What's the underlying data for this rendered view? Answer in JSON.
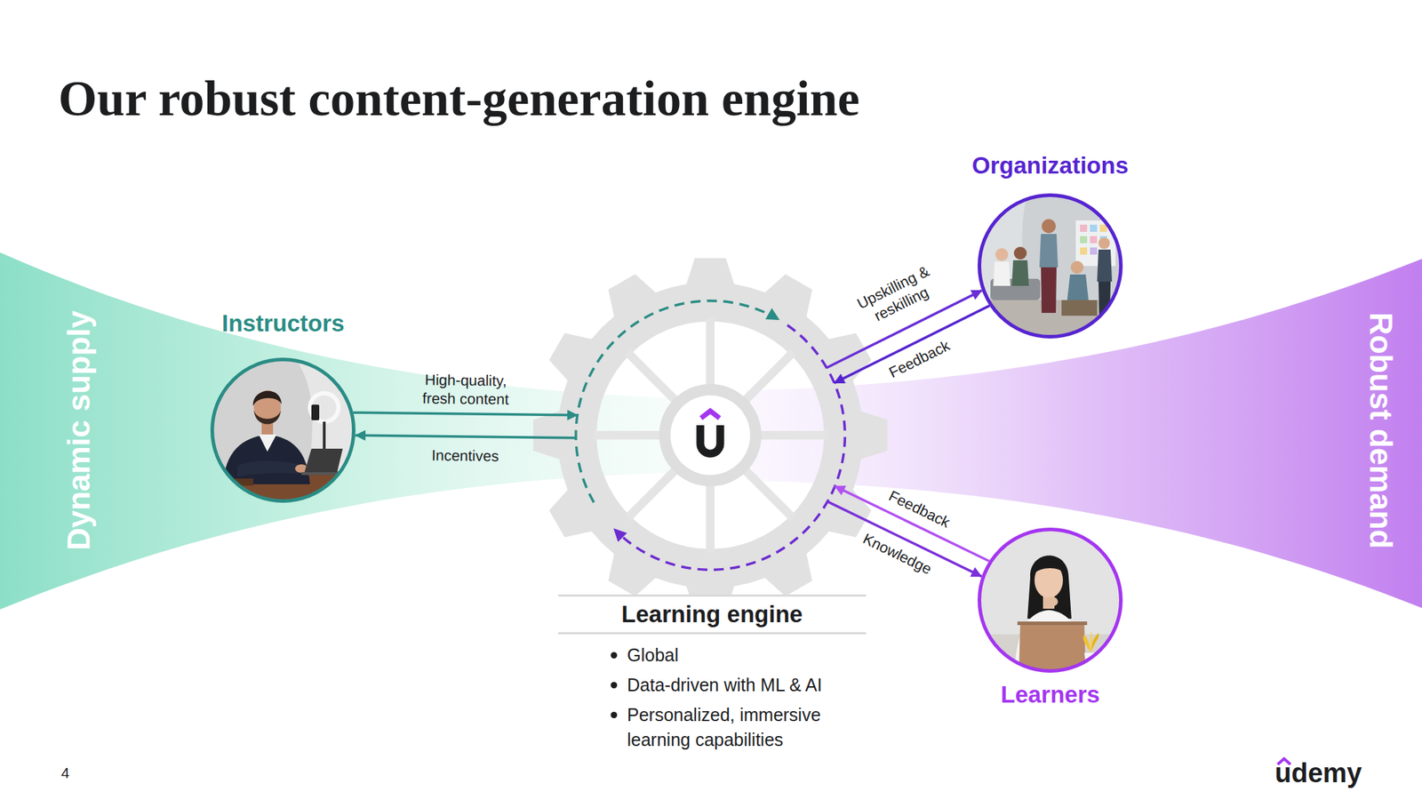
{
  "diagram": {
    "title": "Our robust content-generation engine",
    "nodes": [
      {
        "text": [
          "Dynamic supply"
        ]
      },
      {
        "text": [
          "Instructors"
        ],
        "in": 0
      },
      {
        "text": [
          "Learning engine",
          "Global",
          "Data-driven with ML & AI",
          "Personalized, immersive learning capabilities"
        ]
      },
      {
        "text": [
          "Organizations"
        ]
      },
      {
        "text": [
          "Learners"
        ]
      },
      {
        "text": [
          "Robust demand"
        ]
      }
    ],
    "edges": [
      {
        "from": 1,
        "to": 2,
        "label": "High-quality, fresh content",
        "arrow": "to"
      },
      {
        "from": 2,
        "to": 1,
        "label": "Incentives",
        "arrow": "to"
      },
      {
        "from": 2,
        "to": 3,
        "label": "Upskilling & reskilling",
        "arrow": "to"
      },
      {
        "from": 3,
        "to": 2,
        "label": "Feedback",
        "arrow": "to"
      },
      {
        "from": 2,
        "to": 4,
        "label": "Knowledge",
        "arrow": "to"
      },
      {
        "from": 4,
        "to": 2,
        "label": "Feedback",
        "arrow": "to"
      }
    ],
    "labels": [
      "4",
      "udemy"
    ]
  }
}
